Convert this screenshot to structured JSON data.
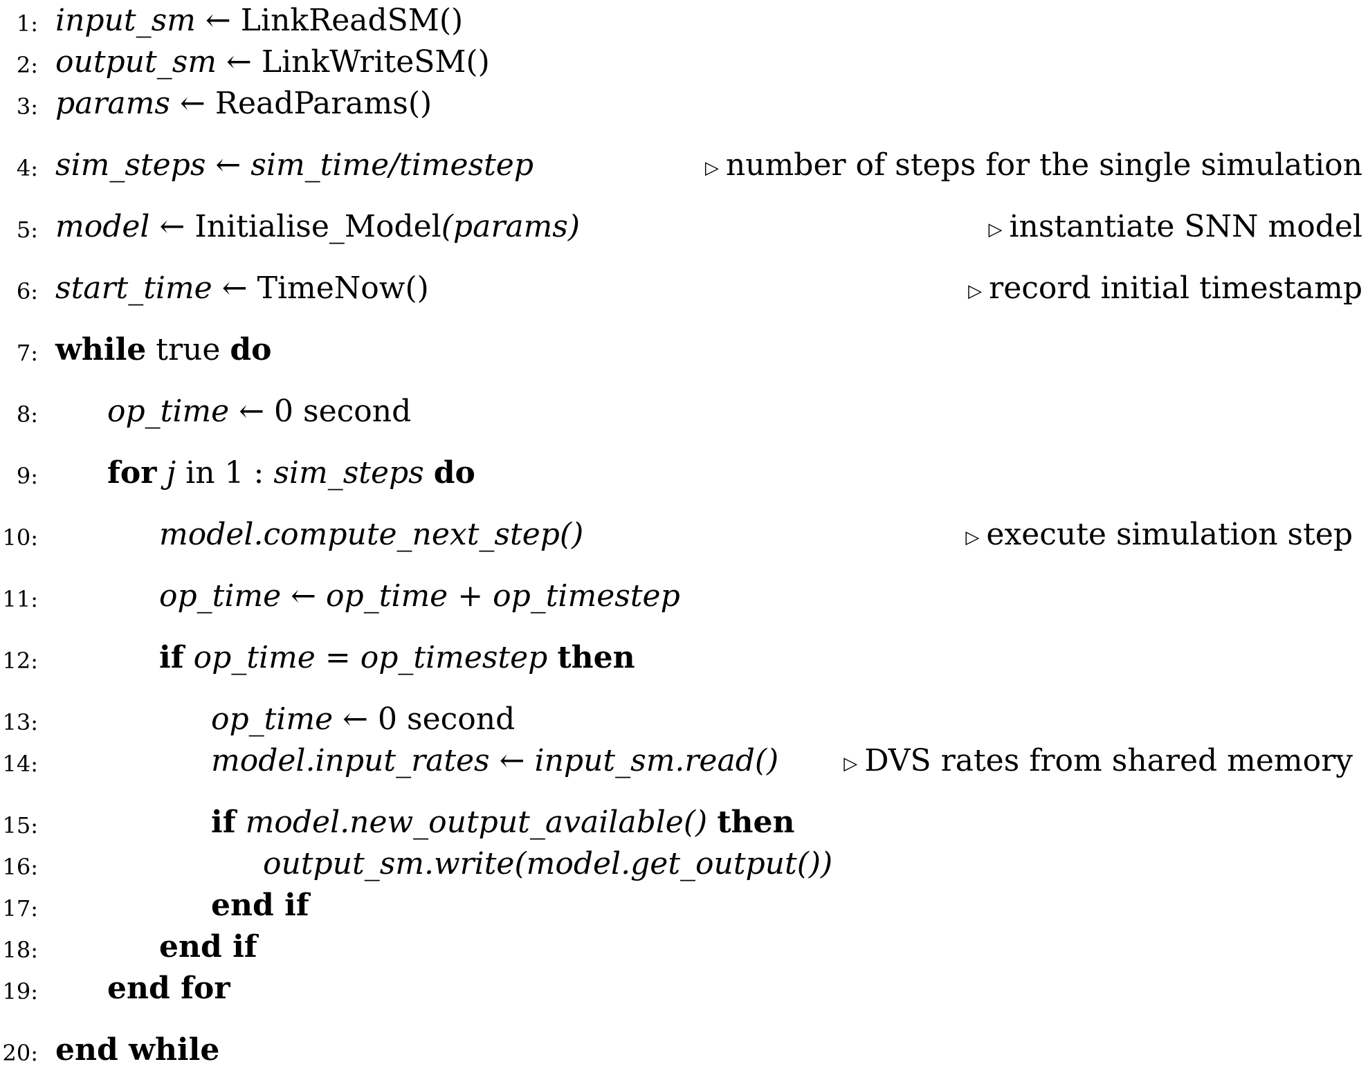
{
  "algorithm": {
    "lines": [
      {
        "num": "1:",
        "var": "input_sm",
        "arrow": "←",
        "call": "LinkReadSM()"
      },
      {
        "num": "2:",
        "var": "output_sm",
        "arrow": "←",
        "call": "LinkWriteSM()"
      },
      {
        "num": "3:",
        "var": "params",
        "arrow": "←",
        "call": "ReadParams()"
      },
      {
        "num": "4:",
        "var": "sim_steps",
        "arrow": "←",
        "expr_a": "sim_time",
        "slash": "/",
        "expr_b": "timestep",
        "comment_symbol": "▷",
        "comment": "number of steps for the single simulation"
      },
      {
        "num": "5:",
        "var": "model",
        "arrow": "←",
        "call": "Initialise_Model",
        "arg": "(params)",
        "comment_symbol": "▷",
        "comment": "instantiate SNN model"
      },
      {
        "num": "6:",
        "var": "start_time",
        "arrow": "←",
        "call": "TimeNow()",
        "comment_symbol": "▷",
        "comment": "record initial timestamp"
      },
      {
        "num": "7:",
        "kw1": "while",
        "cond": "true",
        "kw2": "do"
      },
      {
        "num": "8:",
        "var": "op_time",
        "arrow": "←",
        "value": "0 second"
      },
      {
        "num": "9:",
        "kw1": "for",
        "loop_var": "j",
        "loop_in": "in 1 :",
        "loop_end": "sim_steps",
        "kw2": "do"
      },
      {
        "num": "10:",
        "stmt": "model.compute_next_step()",
        "comment_symbol": "▷",
        "comment": "execute simulation step"
      },
      {
        "num": "11:",
        "var": "op_time",
        "arrow": "←",
        "expr_a": "op_time",
        "plus": "+",
        "expr_b": "op_timestep"
      },
      {
        "num": "12:",
        "kw1": "if",
        "lhs": "op_time",
        "eq": "=",
        "rhs": "op_timestep",
        "kw2": "then"
      },
      {
        "num": "13:",
        "var": "op_time",
        "arrow": "←",
        "value": "0 second"
      },
      {
        "num": "14:",
        "var": "model.input_rates",
        "arrow": "←",
        "call": "input_sm.read()",
        "comment_symbol": "▷",
        "comment": "DVS rates from shared memory"
      },
      {
        "num": "15:",
        "kw1": "if",
        "cond": "model.new_output_available()",
        "kw2": "then"
      },
      {
        "num": "16:",
        "stmt": "output_sm.write(model.get_output())"
      },
      {
        "num": "17:",
        "kw": "end if"
      },
      {
        "num": "18:",
        "kw": "end if"
      },
      {
        "num": "19:",
        "kw": "end for"
      },
      {
        "num": "20:",
        "kw": "end while"
      }
    ]
  }
}
